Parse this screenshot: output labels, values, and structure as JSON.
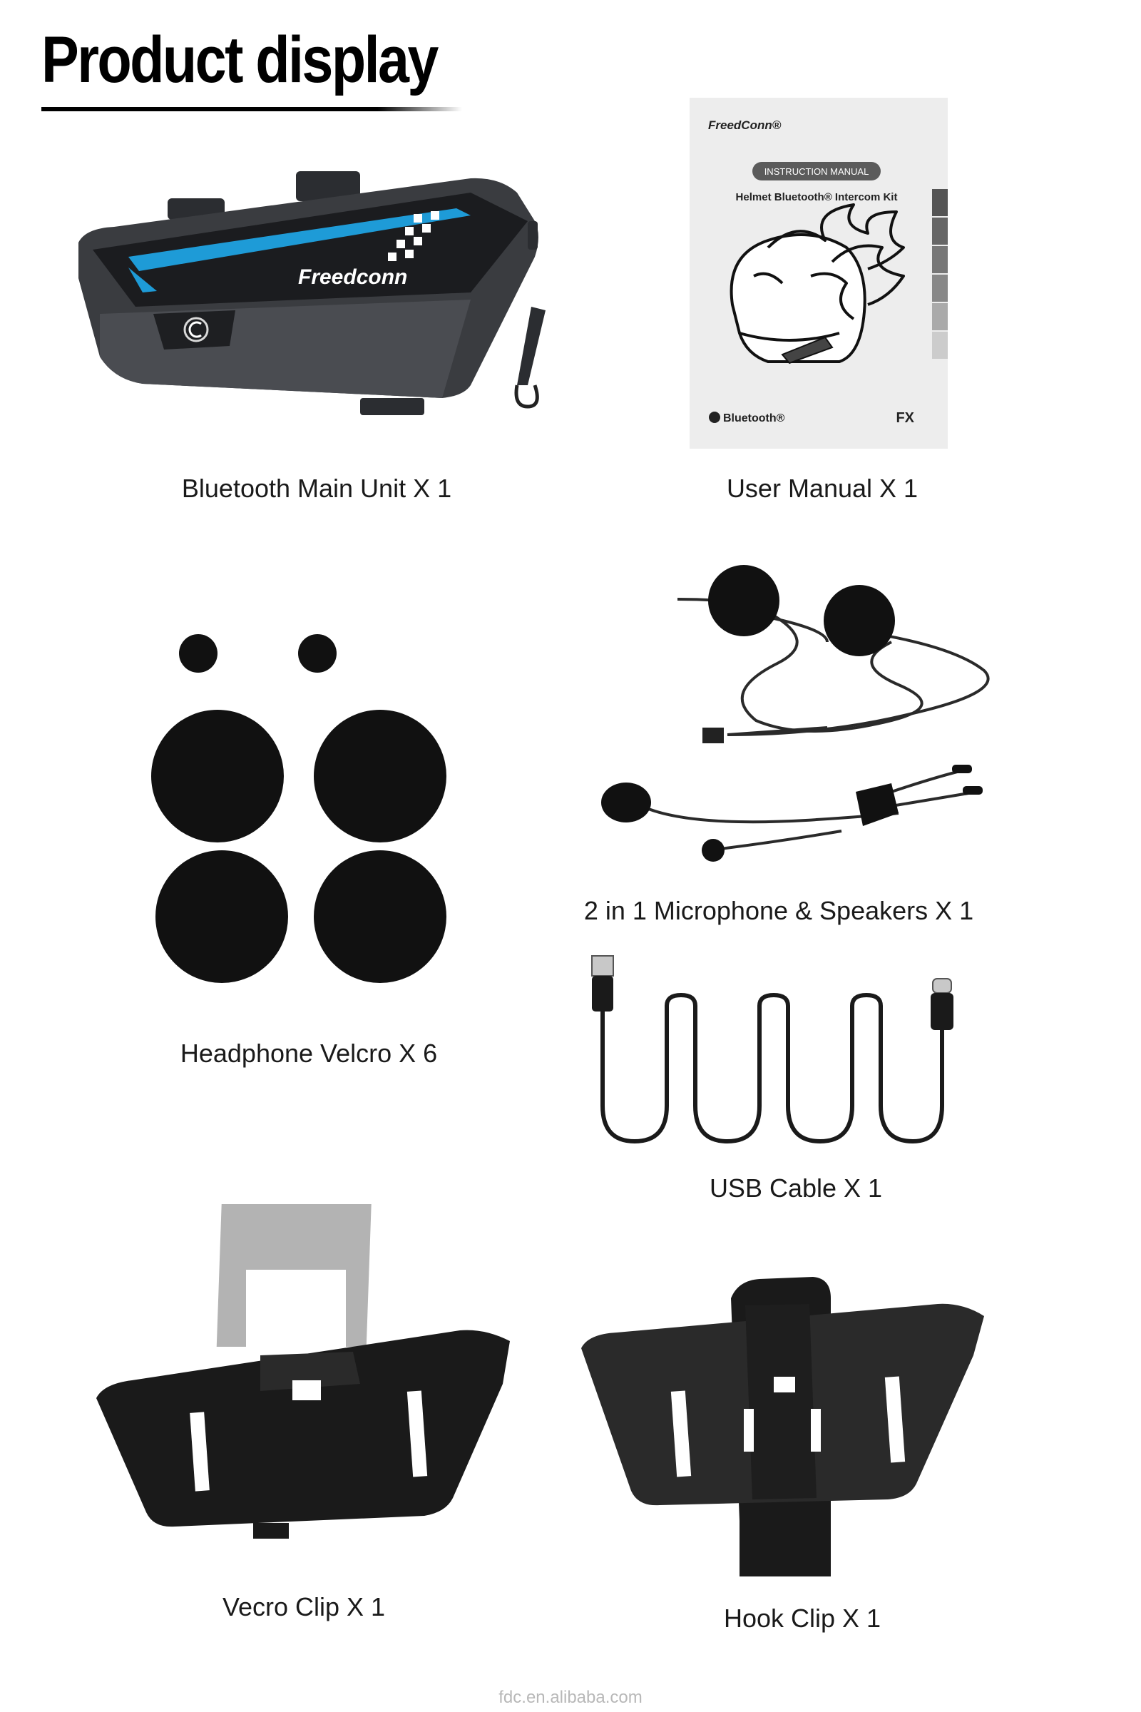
{
  "page": {
    "title": "Product display",
    "footer": "fdc.en.alibaba.com"
  },
  "main_unit": {
    "brand": "Freedconn",
    "caption": "Bluetooth Main Unit X 1"
  },
  "manual": {
    "brand": "FreedConn®",
    "badge": "INSTRUCTION MANUAL",
    "subtitle": "Helmet Bluetooth® Intercom Kit",
    "bluetooth": "Bluetooth®",
    "model": "FX",
    "caption": "User Manual X 1"
  },
  "items": {
    "velcro_caption": "Headphone Velcro X 6",
    "mic_caption": "2 in 1 Microphone & Speakers X 1",
    "usb_caption": "USB Cable X 1",
    "vecro_clip_caption": "Vecro Clip X 1",
    "hook_clip_caption": "Hook Clip  X 1"
  },
  "colors": {
    "accent_blue": "#1e9bd7",
    "product_black": "#1a1a1a",
    "device_grey": "#3a3c40"
  }
}
